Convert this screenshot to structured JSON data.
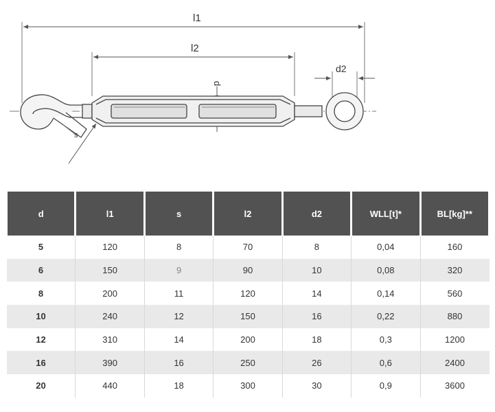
{
  "drawing": {
    "labels": {
      "l1": "l1",
      "l2": "l2",
      "d": "d",
      "d2": "d2",
      "s": "s"
    }
  },
  "table": {
    "headers": [
      "d",
      "l1",
      "s",
      "l2",
      "d2",
      "WLL[t]*",
      "BL[kg]**"
    ],
    "rows": [
      [
        "5",
        "120",
        "8",
        "70",
        "8",
        "0,04",
        "160"
      ],
      [
        "6",
        "150",
        "9",
        "90",
        "10",
        "0,08",
        "320"
      ],
      [
        "8",
        "200",
        "11",
        "120",
        "14",
        "0,14",
        "560"
      ],
      [
        "10",
        "240",
        "12",
        "150",
        "16",
        "0,22",
        "880"
      ],
      [
        "12",
        "310",
        "14",
        "200",
        "18",
        "0,3",
        "1200"
      ],
      [
        "16",
        "390",
        "16",
        "250",
        "26",
        "0,6",
        "2400"
      ],
      [
        "20",
        "440",
        "18",
        "300",
        "30",
        "0,9",
        "3600"
      ]
    ]
  },
  "colors": {
    "header_bg": "#525252",
    "row_alt_bg": "#e9e9e9",
    "line": "#555555"
  }
}
